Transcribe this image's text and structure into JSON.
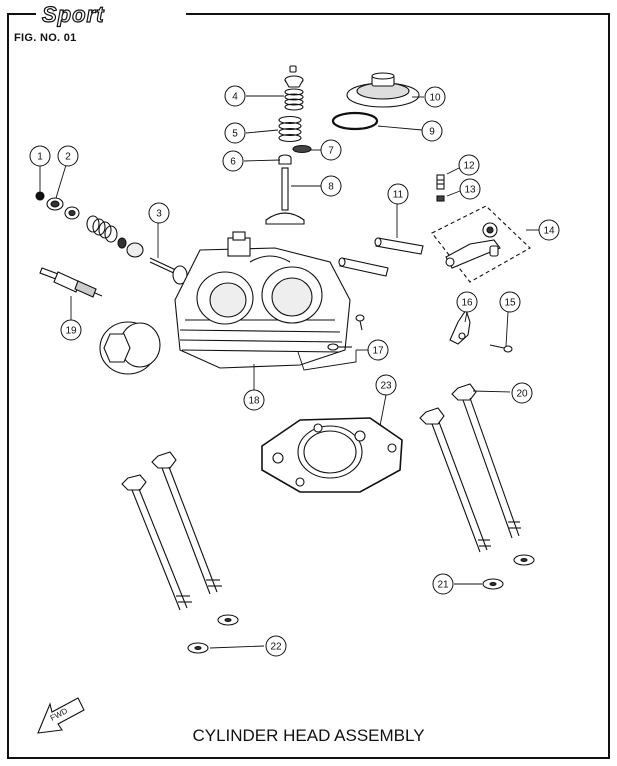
{
  "header": {
    "brand_logo": "Sport",
    "figure_number": "FIG. NO. 01"
  },
  "title": "CYLINDER HEAD ASSEMBLY",
  "forward_indicator": "FWD",
  "callouts": [
    "1",
    "2",
    "3",
    "4",
    "5",
    "6",
    "7",
    "8",
    "9",
    "10",
    "11",
    "12",
    "13",
    "14",
    "15",
    "16",
    "17",
    "18",
    "19",
    "20",
    "21",
    "22",
    "23"
  ],
  "colors": {
    "line": "#111111",
    "part_fill": "#ffffff",
    "shade": "#cfcfcf"
  }
}
